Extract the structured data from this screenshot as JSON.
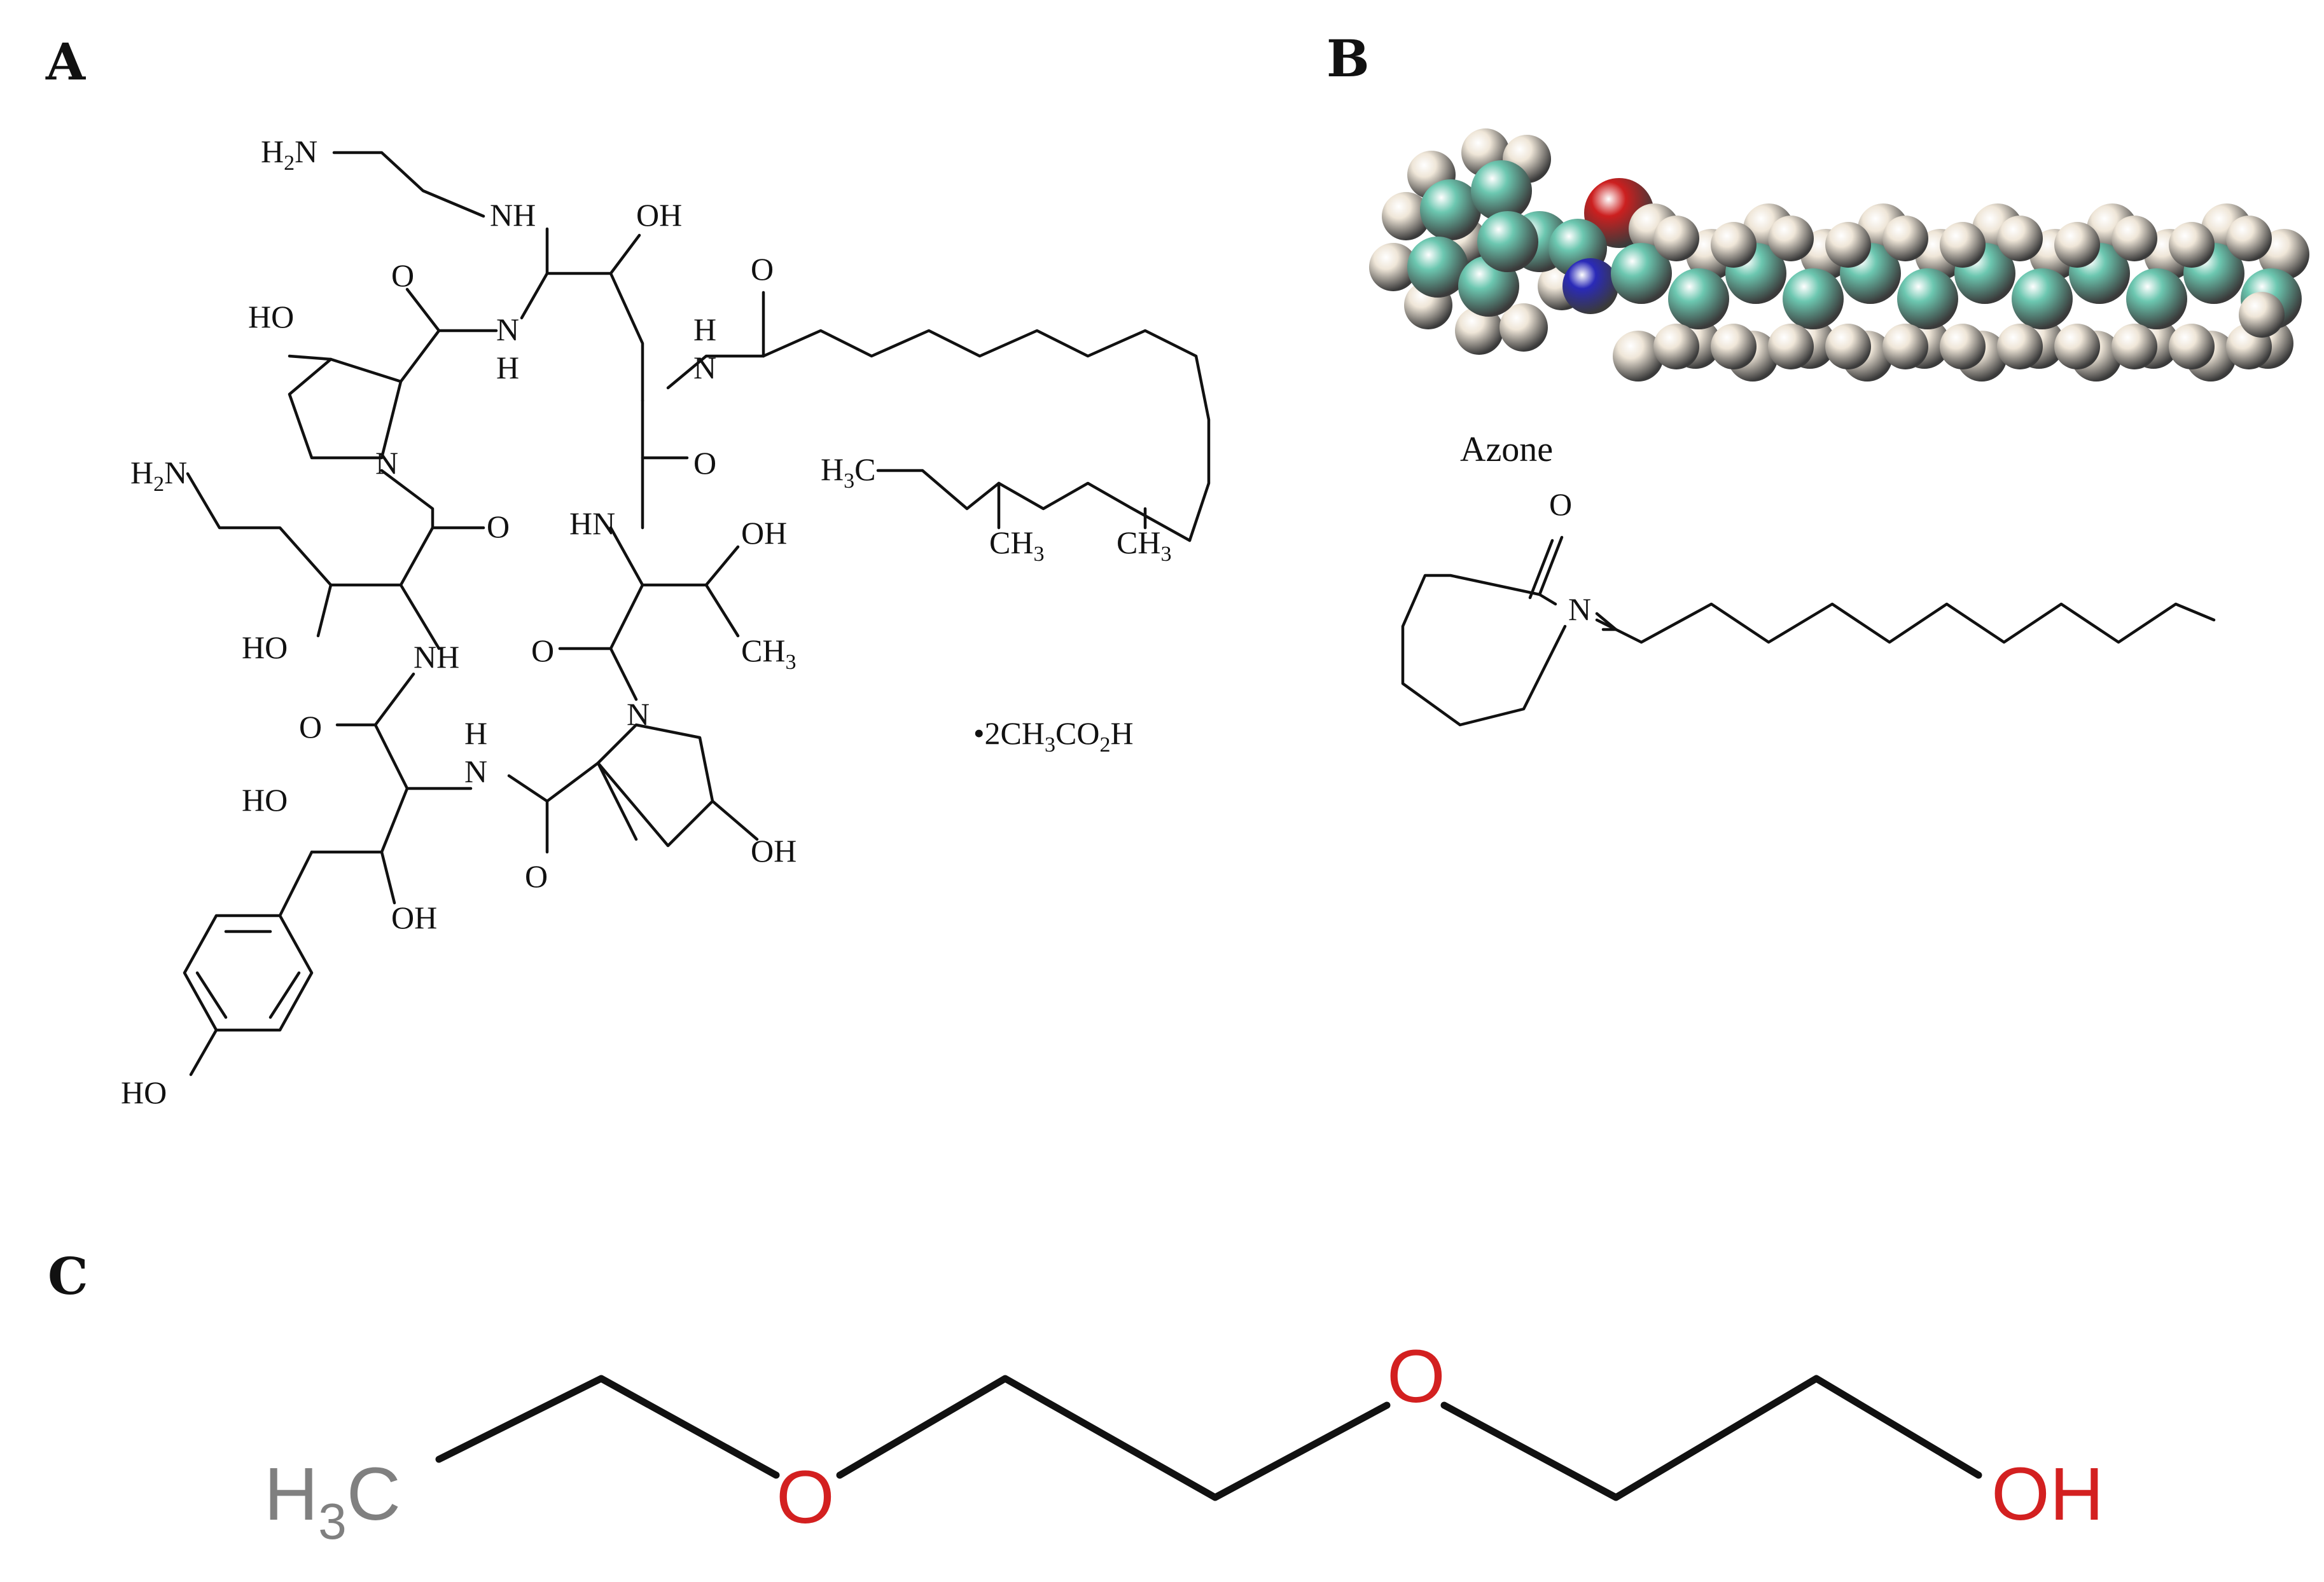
{
  "panels": {
    "a": {
      "letter": "A",
      "labels": {
        "h2n_top": "H",
        "h2n_top_sub": "2",
        "h2n_top_n": "N",
        "nh_top": "NH",
        "oh_top": "OH",
        "o_carbonyl_1": "O",
        "ho_pro": "HO",
        "n_h_1": "N",
        "h_1": "H",
        "h_amide": "H",
        "n_amide": "N",
        "o_side": "O",
        "h2n_left": "H",
        "h2n_left_sub": "2",
        "h2n_left_n": "N",
        "n_pro": "N",
        "o_carbonyl_2": "O",
        "o_carbonyl_3": "O",
        "hn_right": "HN",
        "h3c_chain": "H",
        "h3c_chain_sub": "3",
        "h3c_chain_c": "C",
        "ch3_a": "CH",
        "ch3_a_sub": "3",
        "ch3_b": "CH",
        "ch3_b_sub": "3",
        "oh_thr": "OH",
        "ho_left": "HO",
        "nh_mid": "NH",
        "o_carbonyl_4": "O",
        "ch3_thr": "CH",
        "ch3_thr_sub": "3",
        "o_carbonyl_5": "O",
        "n_pro2": "N",
        "h_2": "H",
        "n_2": "N",
        "salt_1": "•2CH",
        "salt_sub1": "3",
        "salt_2": "CO",
        "salt_sub2": "2",
        "salt_3": "H",
        "ho_diol": "HO",
        "oh_diol": "OH",
        "o_carbonyl_6": "O",
        "oh_pro2": "OH",
        "ho_phenol": "HO"
      }
    },
    "b": {
      "letter": "B",
      "caption": "Azone",
      "o_label": "O",
      "n_label": "N",
      "colors": {
        "carbon": "#6cc7b0",
        "hydrogen": "#efe6d8",
        "nitrogen": "#2a2ab8",
        "oxygen": "#cc1f1f"
      }
    },
    "c": {
      "letter": "C",
      "h3c_h": "H",
      "h3c_sub": "3",
      "h3c_c": "C",
      "o1": "O",
      "o2": "O",
      "oh": "OH",
      "colors": {
        "methyl": "#808080",
        "oxygen": "#d32020",
        "bond": "#111111"
      }
    }
  }
}
